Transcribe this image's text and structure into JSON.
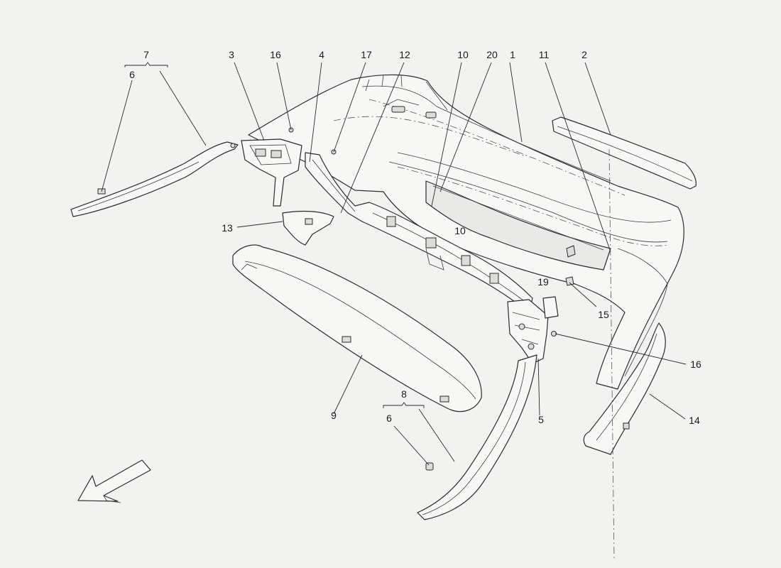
{
  "diagram": {
    "callouts": {
      "c1": "1",
      "c2": "2",
      "c3": "3",
      "c4": "4",
      "c5": "5",
      "c6a": "6",
      "c6b": "6",
      "c7": "7",
      "c8": "8",
      "c9": "9",
      "c10a": "10",
      "c10b": "10",
      "c11": "11",
      "c12": "12",
      "c13": "13",
      "c14": "14",
      "c15": "15",
      "c16a": "16",
      "c16b": "16",
      "c17": "17",
      "c19": "19",
      "c20": "20"
    },
    "direction_arrow": "front-direction-arrow-icon"
  }
}
